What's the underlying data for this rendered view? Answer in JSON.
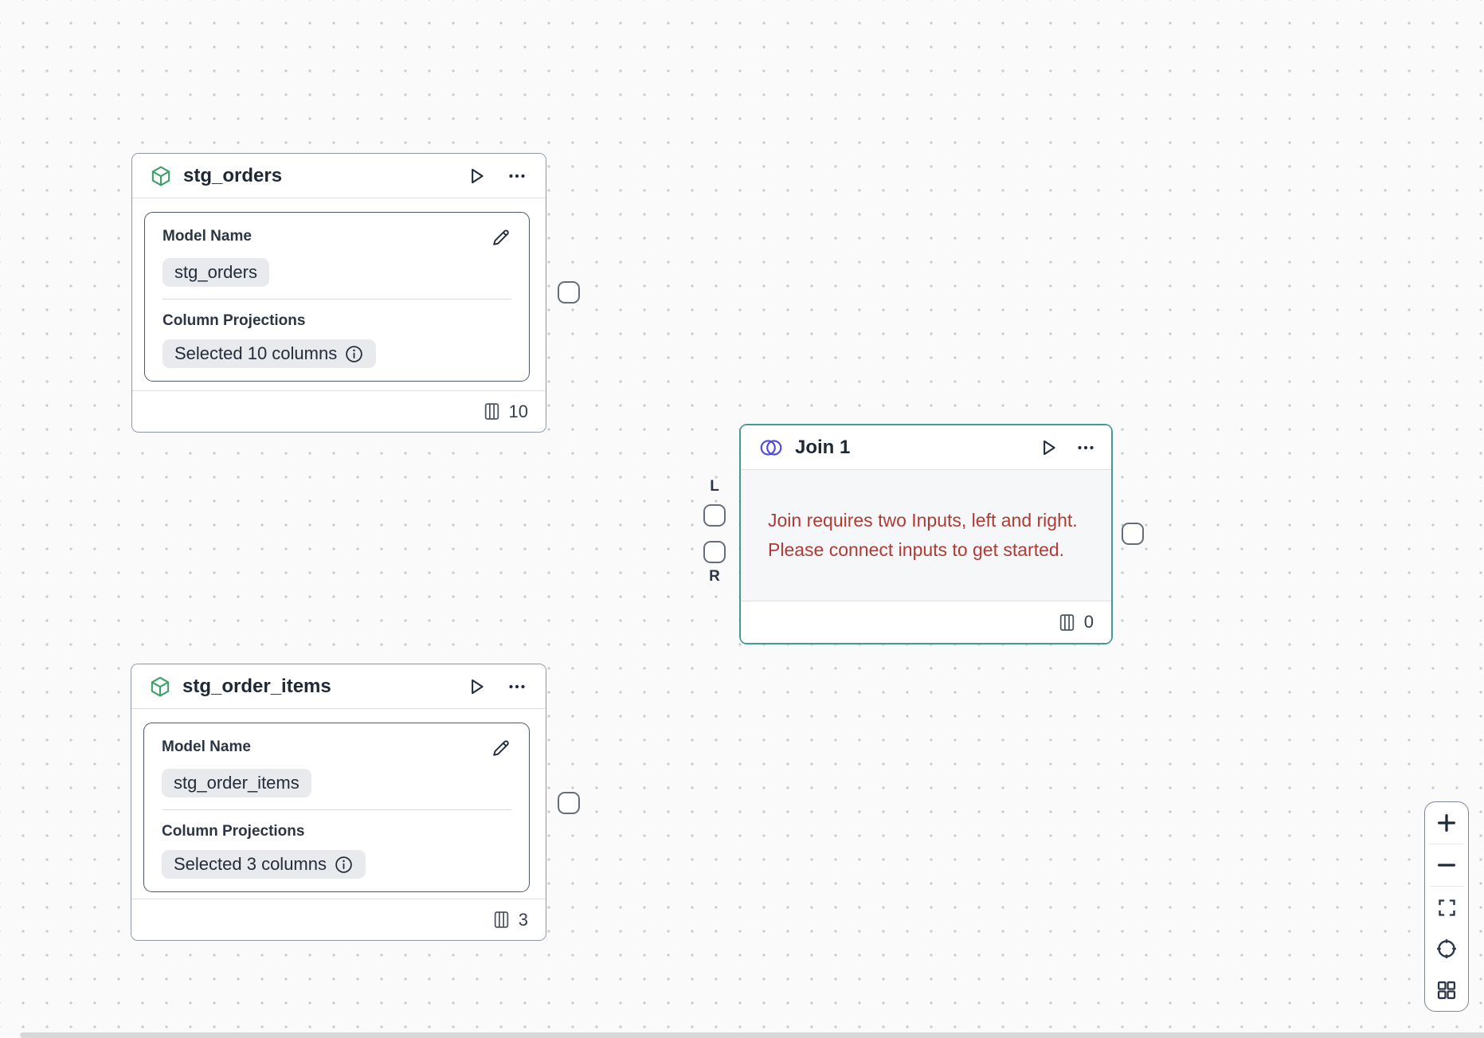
{
  "canvas": {
    "background": "#fafafa",
    "dot_color": "#c7cacd"
  },
  "nodes": {
    "stg_orders": {
      "title": "stg_orders",
      "fields": {
        "model_name": {
          "label": "Model Name",
          "value": "stg_orders"
        },
        "column_projections": {
          "label": "Column Projections",
          "value": "Selected 10 columns"
        }
      },
      "column_count": "10"
    },
    "stg_order_items": {
      "title": "stg_order_items",
      "fields": {
        "model_name": {
          "label": "Model Name",
          "value": "stg_order_items"
        },
        "column_projections": {
          "label": "Column Projections",
          "value": "Selected 3 columns"
        }
      },
      "column_count": "3"
    },
    "join": {
      "title": "Join 1",
      "error_line1": "Join requires two Inputs, left and right.",
      "error_line2": "Please connect inputs to get started.",
      "column_count": "0",
      "left_port_label": "L",
      "right_port_label": "R"
    }
  },
  "icons": {
    "model_node": "cube-icon",
    "join_node": "venn-icon",
    "run": "play-icon",
    "more_options": "ellipsis-icon",
    "edit": "pencil-icon",
    "info": "info-circle-icon",
    "columns_count": "columns-icon",
    "zoom_in": "plus-icon",
    "zoom_out": "minus-icon",
    "fit_view": "fit-view-icon",
    "locate": "locate-icon",
    "overview": "grid-icon"
  },
  "colors": {
    "model_icon_green": "#3da065",
    "join_icon_indigo": "#4b48e5",
    "selected_node_border": "#419b92",
    "node_border": "#8f96a3",
    "error_red": "#b03a34",
    "chip_background": "#e9eaed"
  }
}
